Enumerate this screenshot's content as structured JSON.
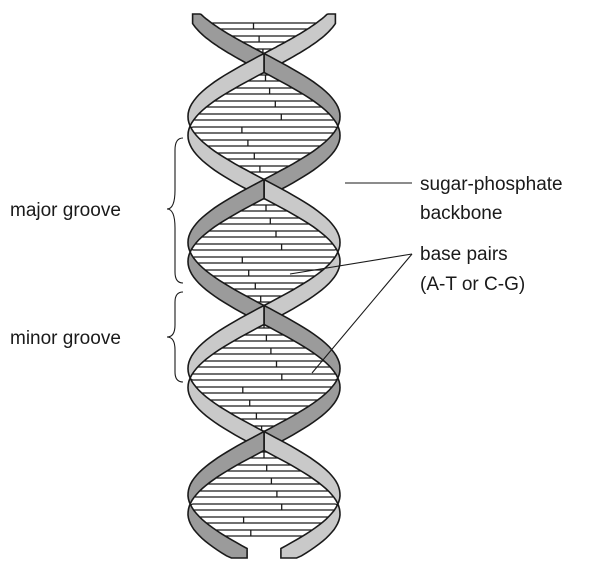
{
  "labels": {
    "major_groove": "major groove",
    "minor_groove": "minor groove",
    "backbone_line1": "sugar-phosphate",
    "backbone_line2": "backbone",
    "base_pairs_line1": "base pairs",
    "base_pairs_line2": "(A-T or C-G)"
  },
  "colors": {
    "strand_dark": "#9b9b9b",
    "strand_light": "#c9c9c9",
    "outline": "#1a1a1a",
    "base_pair_fill": "#ffffff"
  }
}
